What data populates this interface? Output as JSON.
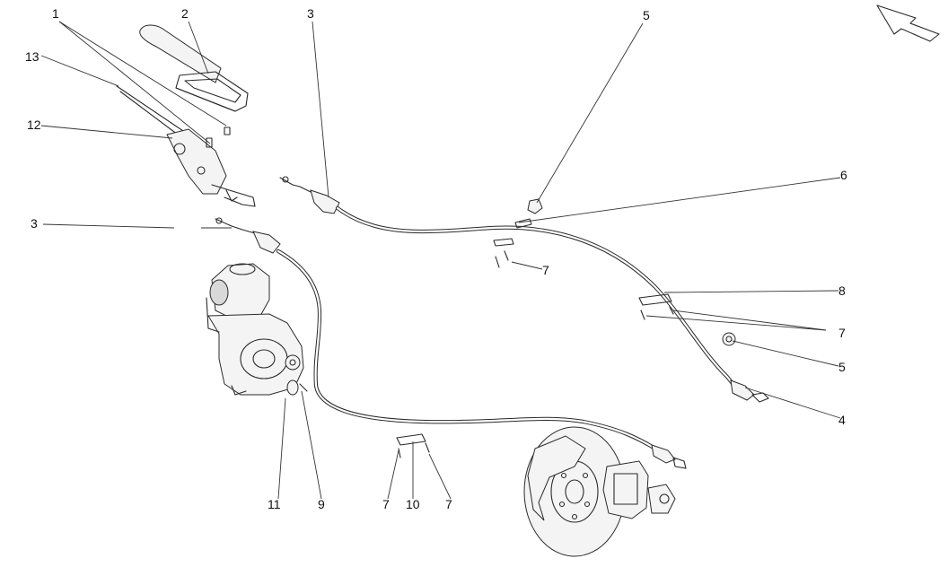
{
  "callouts": {
    "c1": "1",
    "c2": "2",
    "c3a": "3",
    "c3b": "3",
    "c4": "4",
    "c5a": "5",
    "c5b": "5",
    "c6": "6",
    "c7a": "7",
    "c7b": "7",
    "c7c": "7",
    "c7d": "7",
    "c8": "8",
    "c9": "9",
    "c10": "10",
    "c11": "11",
    "c12": "12",
    "c13": "13"
  },
  "colors": {
    "line": "#2a2a2a",
    "background": "#ffffff"
  },
  "icons": {
    "orientation": "orientation-arrow-icon"
  }
}
